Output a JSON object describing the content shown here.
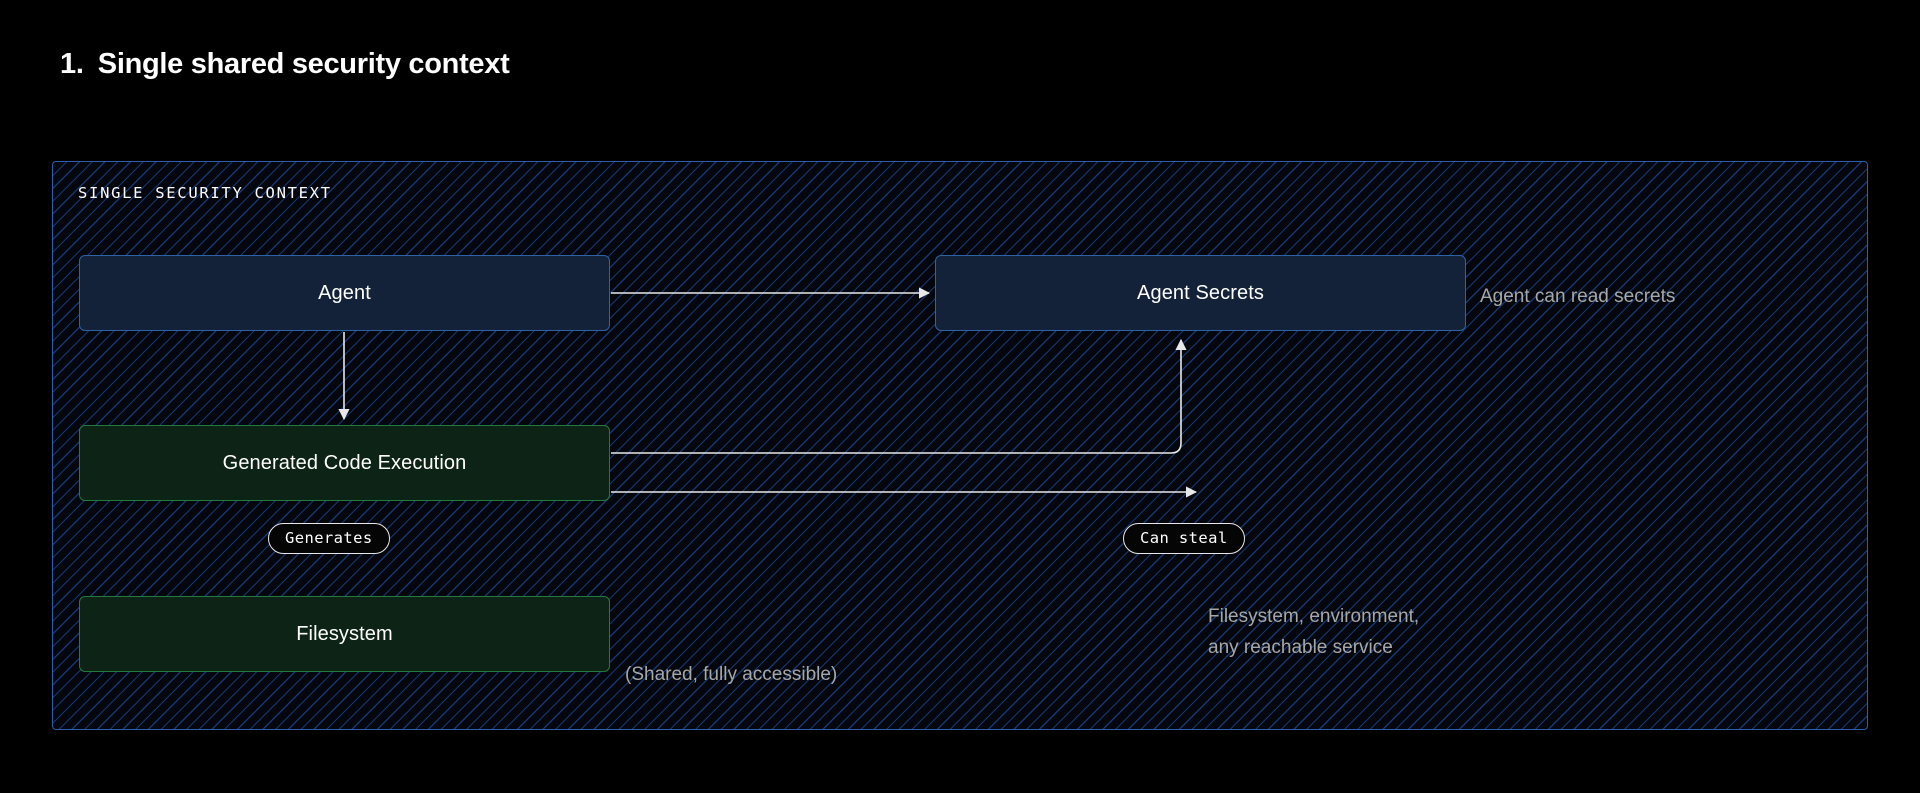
{
  "title": {
    "number": "1.",
    "text": "Single shared security context"
  },
  "container": {
    "label": "SINGLE SECURITY CONTEXT",
    "border_color": "#2f5da8",
    "hatch_color": "#183e80",
    "background_color": "#04070d"
  },
  "nodes": [
    {
      "id": "agent",
      "label": "Agent",
      "kind": "blue",
      "fill": "#132238",
      "border": "#2d63a6"
    },
    {
      "id": "agent-secrets",
      "label": "Agent Secrets",
      "kind": "blue",
      "fill": "#132238",
      "border": "#2d63a6"
    },
    {
      "id": "generated-code-execution",
      "label": "Generated Code Execution",
      "kind": "green",
      "fill": "#0c2315",
      "border": "#1f7b3e"
    },
    {
      "id": "filesystem",
      "label": "Filesystem",
      "kind": "green",
      "fill": "#0c2315",
      "border": "#1f7b3e"
    }
  ],
  "edge_labels": {
    "generates": "Generates",
    "can_steal": "Can steal"
  },
  "annotations": {
    "agent_can_read_secrets": "Agent can read secrets",
    "reachable": "Filesystem, environment,\nany reachable service",
    "filesystem_shared": "(Shared, fully accessible)"
  },
  "edges": [
    {
      "from": "agent",
      "to": "agent-secrets",
      "label": ""
    },
    {
      "from": "agent",
      "to": "generated-code-execution",
      "label": "Generates"
    },
    {
      "from": "generated-code-execution",
      "to": "agent-secrets",
      "label": "Can steal"
    },
    {
      "from": "generated-code-execution",
      "to": "reachable-annotation",
      "label": ""
    }
  ],
  "colors": {
    "page_background": "#000000",
    "text_primary": "#ffffff",
    "text_muted": "#a7a7a7",
    "edge_stroke": "#e8e8e8"
  }
}
